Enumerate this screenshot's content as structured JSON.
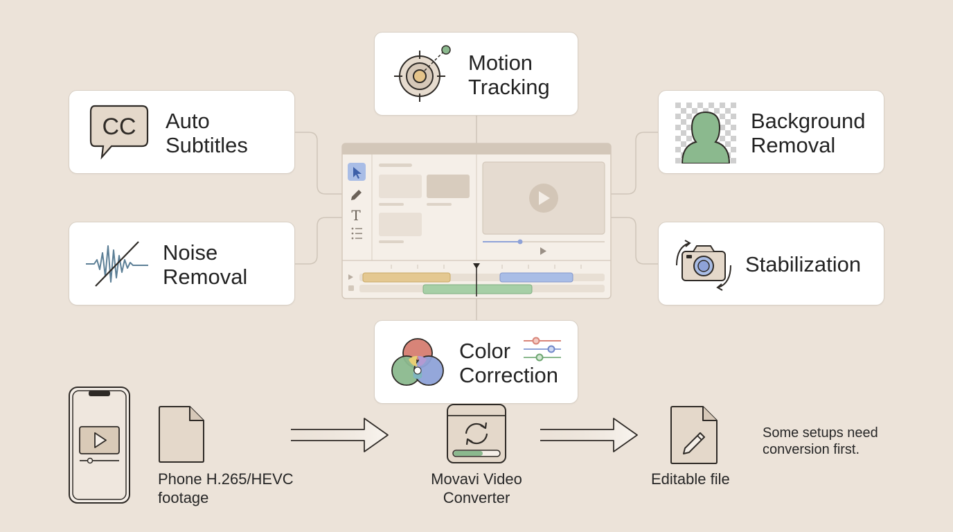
{
  "features": {
    "motion_tracking": {
      "label": "Motion\nTracking",
      "icon": "target-icon"
    },
    "auto_subtitles": {
      "label": "Auto\nSubtitles",
      "icon": "cc-speech-bubble-icon",
      "icon_text": "CC"
    },
    "background_removal": {
      "label": "Background\nRemoval",
      "icon": "person-on-checkerboard-icon"
    },
    "noise_removal": {
      "label": "Noise\nRemoval",
      "icon": "crossed-waveform-icon"
    },
    "stabilization": {
      "label": "Stabilization",
      "icon": "camera-rotate-icon"
    },
    "color_correction": {
      "label": "Color\nCorrection",
      "icon": "rgb-circles-sliders-icon"
    }
  },
  "center": {
    "name": "video-editor-window",
    "icon": "editor-window-icon"
  },
  "workflow": {
    "source": {
      "label": "Phone H.265/HEVC\nfootage",
      "icons": [
        "smartphone-video-icon",
        "file-icon"
      ]
    },
    "converter": {
      "label": "Movavi Video\nConverter",
      "icon": "convert-app-icon"
    },
    "output": {
      "label": "Editable file",
      "icon": "edit-file-icon"
    },
    "note": "Some setups need\nconversion first."
  },
  "colors": {
    "background": "#ece3d9",
    "card_border": "#d8cfc4",
    "icon_fill": "#e4d8ca",
    "icon_stroke": "#2e2a26",
    "green": "#8bb98e",
    "blue": "#8ea2d8",
    "red": "#d88478",
    "yellow": "#e8cf74"
  }
}
